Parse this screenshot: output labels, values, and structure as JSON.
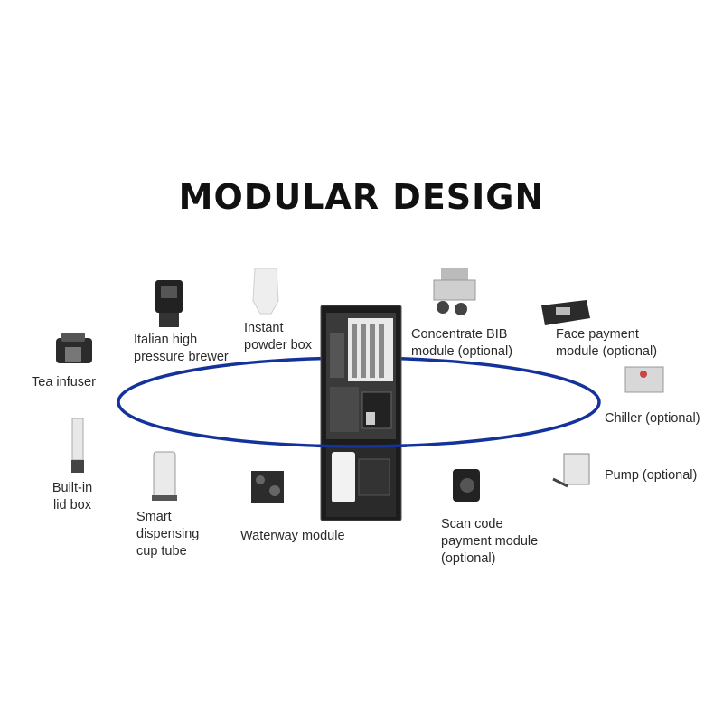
{
  "title": "MODULAR DESIGN",
  "colors": {
    "ring": "#14339a",
    "machine": "#1a1a1a"
  },
  "modules": {
    "tea_infuser": "Tea infuser",
    "italian_brewer": "Italian high\npressure brewer",
    "powder_box": "Instant\npowder box",
    "bib": "Concentrate BIB\nmodule (optional)",
    "face_payment": "Face payment\nmodule (optional)",
    "chiller": "Chiller (optional)",
    "pump": "Pump (optional)",
    "lid_box": "Built-in\nlid box",
    "cup_tube": "Smart\ndispensing\ncup tube",
    "waterway": "Waterway module",
    "scan_code": "Scan code\npayment module\n(optional)"
  }
}
